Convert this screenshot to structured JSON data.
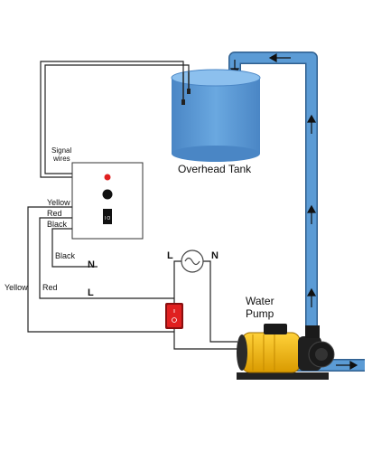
{
  "tank": {
    "label": "Overhead Tank"
  },
  "controller": {
    "signal_label_1": "Signal",
    "signal_label_2": "wires",
    "switch_text": "I O"
  },
  "wires": {
    "yellow_top": "Yellow",
    "red_top": "Red",
    "black_top": "Black",
    "black_mid": "Black",
    "red_mid": "Red",
    "yellow_side": "Yellow",
    "n_controller": "N",
    "l_controller": "L"
  },
  "mains": {
    "l": "L",
    "n": "N"
  },
  "pump": {
    "label_1": "Water",
    "label_2": "Pump"
  },
  "colors": {
    "pipe": "#5b9bd5",
    "pipe_edge": "#2f5f8f",
    "tank": "#5b9bd5",
    "switch_red": "#e02020",
    "pump_yellow": "#f2b705",
    "wire": "#222222"
  }
}
